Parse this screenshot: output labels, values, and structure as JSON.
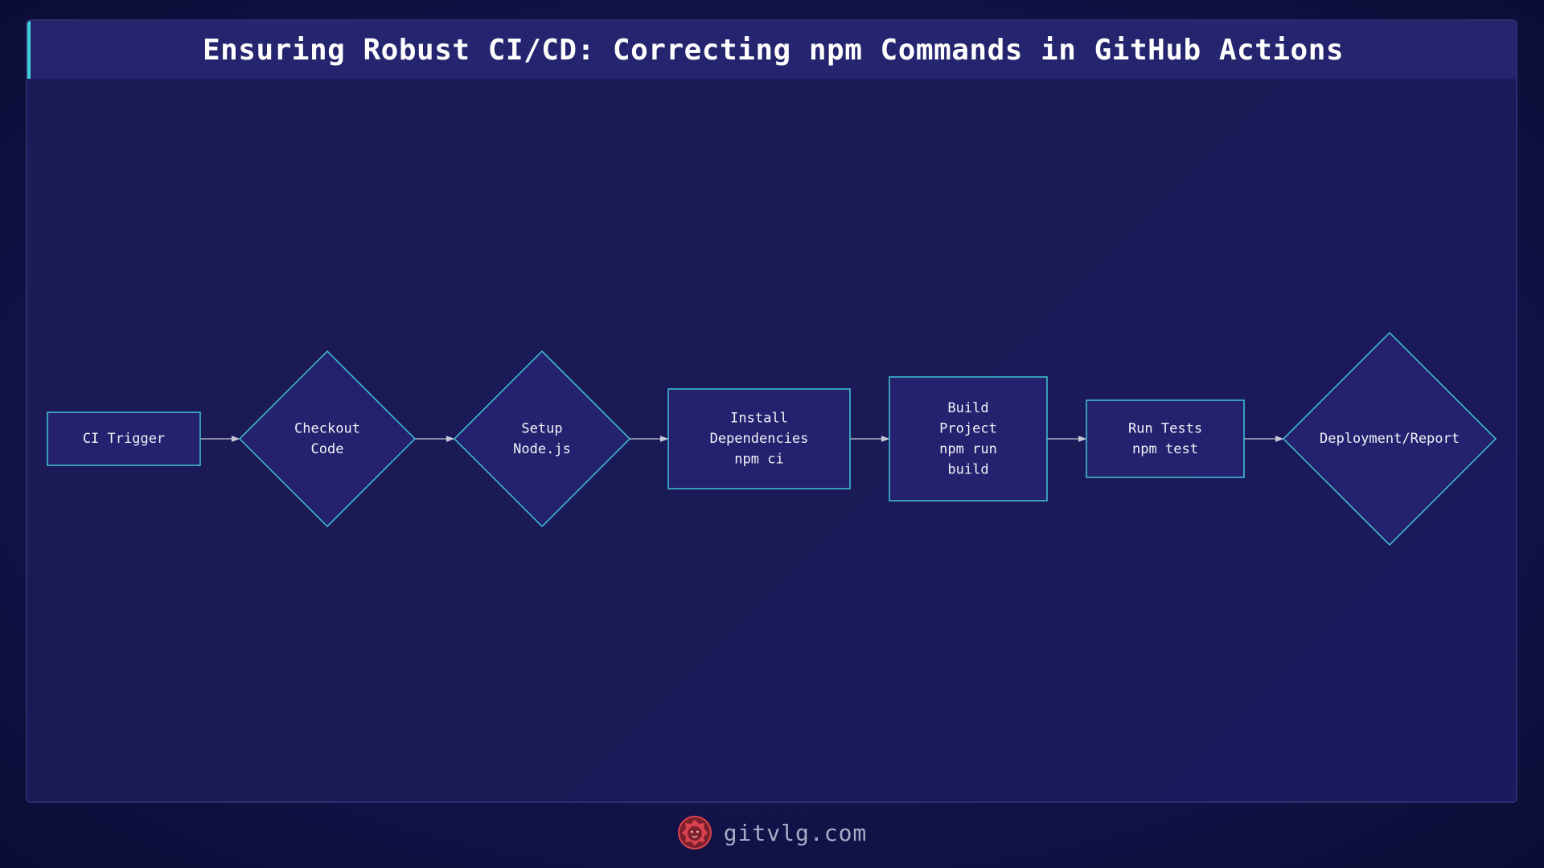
{
  "header": {
    "title": "Ensuring Robust CI/CD: Correcting npm Commands in GitHub Actions"
  },
  "diagram": {
    "nodes": [
      {
        "id": "ci-trigger",
        "shape": "rect",
        "lines": [
          "CI Trigger"
        ]
      },
      {
        "id": "checkout-code",
        "shape": "diamond",
        "lines": [
          "Checkout",
          "Code"
        ]
      },
      {
        "id": "setup-node",
        "shape": "diamond",
        "lines": [
          "Setup",
          "Node.js"
        ]
      },
      {
        "id": "install-deps",
        "shape": "rect",
        "lines": [
          "Install",
          "Dependencies",
          "npm ci"
        ]
      },
      {
        "id": "build-project",
        "shape": "rect",
        "lines": [
          "Build",
          "Project",
          "npm run",
          "build"
        ]
      },
      {
        "id": "run-tests",
        "shape": "rect",
        "lines": [
          "Run Tests",
          "npm test"
        ]
      },
      {
        "id": "deployment-report",
        "shape": "diamond",
        "lines": [
          "Deployment/Report"
        ]
      }
    ],
    "edges": [
      {
        "from": "ci-trigger",
        "to": "checkout-code"
      },
      {
        "from": "checkout-code",
        "to": "setup-node"
      },
      {
        "from": "setup-node",
        "to": "install-deps"
      },
      {
        "from": "install-deps",
        "to": "build-project"
      },
      {
        "from": "build-project",
        "to": "run-tests"
      },
      {
        "from": "run-tests",
        "to": "deployment-report"
      }
    ]
  },
  "footer": {
    "site": "gitvlg.com",
    "logo_icon": "lion-head-icon"
  },
  "colors": {
    "accent": "#3fd0d8",
    "node_fill": "#24226f",
    "logo": "#d9434d"
  }
}
